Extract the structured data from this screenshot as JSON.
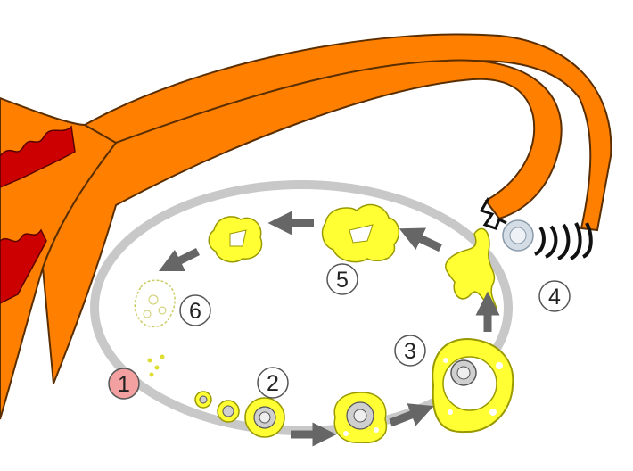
{
  "diagram": {
    "stages": [
      {
        "number": "1",
        "highlighted": true
      },
      {
        "number": "2",
        "highlighted": false
      },
      {
        "number": "3",
        "highlighted": false
      },
      {
        "number": "4",
        "highlighted": false
      },
      {
        "number": "5",
        "highlighted": false
      },
      {
        "number": "6",
        "highlighted": false
      }
    ]
  },
  "colors": {
    "tube": "#ff8000",
    "tube_outline": "#5a2e00",
    "uterine_lining": "#cc0000",
    "ovary_outline": "#c8c8c8",
    "follicle": "#ffff33",
    "follicle_outline": "#999900",
    "arrow": "#666666",
    "label_circle": "#ffffff",
    "label_highlight": "#f2a0a0",
    "egg": "#d4dde6"
  }
}
